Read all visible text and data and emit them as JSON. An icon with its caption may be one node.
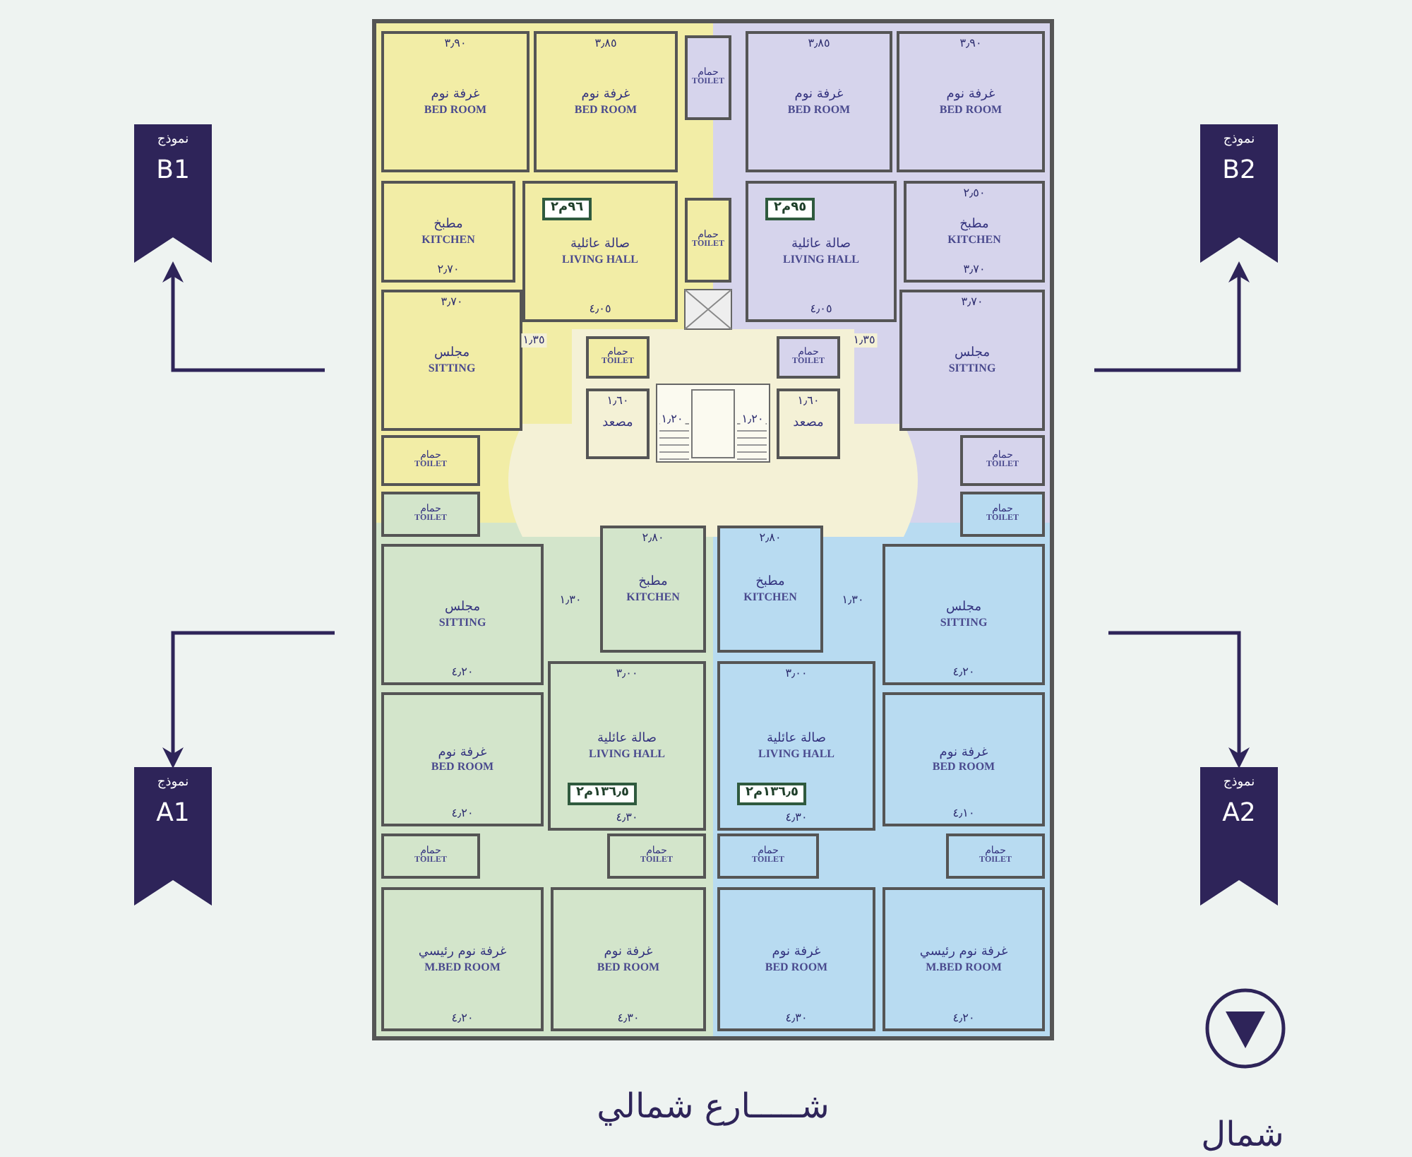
{
  "diagram": {
    "nodes": [
      {
        "text": [
          "٣٫٩٠",
          "غرفة نوم",
          "BED ROOM"
        ]
      },
      {
        "text": [
          "٣٫٨٥",
          "غرفة نوم",
          "BED ROOM"
        ]
      },
      {
        "text": [
          "مطبخ",
          "KITCHEN",
          "٢٫٧٠"
        ]
      },
      {
        "text": [
          "٩٦م٢",
          "صالة عائلية",
          "LIVING HALL",
          "٤٫٠٥"
        ]
      },
      {
        "text": [
          "٣٫٧٠",
          "مجلس",
          "SITTING"
        ]
      },
      {
        "text": [
          "حمام",
          "TOILET"
        ]
      },
      {
        "text": [
          "حمام",
          "TOILET"
        ]
      },
      {
        "text": [
          "حمام",
          "TOILET"
        ]
      },
      {
        "text": [
          "٣٫٨٥",
          "غرفة نوم",
          "BED ROOM"
        ]
      },
      {
        "text": [
          "٣٫٩٠",
          "غرفة نوم",
          "BED ROOM"
        ]
      },
      {
        "text": [
          "٩٥م٢",
          "صالة عائلية",
          "LIVING HALL",
          "٤٫٠٥"
        ]
      },
      {
        "text": [
          "٢٫٥٠",
          "مطبخ",
          "KITCHEN",
          "٣٫٧٠"
        ]
      },
      {
        "text": [
          "٣٫٧٠",
          "مجلس",
          "SITTING"
        ]
      },
      {
        "text": [
          "حمام",
          "TOILET"
        ]
      },
      {
        "text": [
          "حمام",
          "TOILET"
        ]
      },
      {
        "text": [
          "حمام",
          "TOILET"
        ]
      },
      {
        "text": [
          "١٫٦٠",
          "مصعد"
        ]
      },
      {
        "text": [
          "١٫٦٠",
          "مصعد"
        ]
      },
      {
        "text": [
          "مجلس",
          "SITTING",
          "٤٫٢٠"
        ]
      },
      {
        "text": [
          "٢٫٨٠",
          "مطبخ",
          "KITCHEN"
        ]
      },
      {
        "text": [
          "٣٫٠٠",
          "صالة عائلية",
          "LIVING HALL",
          "١٣٦٫٥م٢",
          "٤٫٣٠"
        ]
      },
      {
        "text": [
          "غرفة نوم",
          "BED ROOM",
          "٤٫٢٠"
        ]
      },
      {
        "text": [
          "حمام",
          "TOILET"
        ]
      },
      {
        "text": [
          "حمام",
          "TOILET"
        ]
      },
      {
        "text": [
          "حمام",
          "TOILET"
        ]
      },
      {
        "text": [
          "غرفة نوم رئيسي",
          "M.BED ROOM",
          "٤٫٢٠"
        ]
      },
      {
        "text": [
          "غرفة نوم",
          "BED ROOM",
          "٤٫٣٠"
        ]
      },
      {
        "text": [
          "٢٫٨٠",
          "مطبخ",
          "KITCHEN"
        ]
      },
      {
        "text": [
          "مجلس",
          "SITTING",
          "٤٫٢٠"
        ]
      },
      {
        "text": [
          "٣٫٠٠",
          "صالة عائلية",
          "LIVING HALL",
          "١٣٦٫٥م٢",
          "٤٫٣٠"
        ]
      },
      {
        "text": [
          "غرفة نوم",
          "BED ROOM",
          "٤٫١٠"
        ]
      },
      {
        "text": [
          "حمام",
          "TOILET"
        ]
      },
      {
        "text": [
          "حمام",
          "TOILET"
        ]
      },
      {
        "text": [
          "حمام",
          "TOILET"
        ]
      },
      {
        "text": [
          "غرفة نوم",
          "BED ROOM",
          "٤٫٣٠"
        ]
      },
      {
        "text": [
          "غرفة نوم رئيسي",
          "M.BED ROOM",
          "٤٫٢٠"
        ]
      },
      {
        "text": [
          "نموذج",
          "B1"
        ]
      },
      {
        "text": [
          "نموذج",
          "B2"
        ]
      },
      {
        "text": [
          "نموذج",
          "A1"
        ]
      },
      {
        "text": [
          "نموذج",
          "A2"
        ]
      }
    ],
    "edges": [
      {
        "from": null,
        "to": 36,
        "arrow": "to"
      },
      {
        "from": null,
        "to": 37,
        "arrow": "to"
      },
      {
        "from": null,
        "to": 38,
        "arrow": "to"
      },
      {
        "from": null,
        "to": 39,
        "arrow": "to"
      }
    ],
    "labels": [
      "١٫٣٥",
      "١٫٣٥",
      "١٫٢٠",
      "١٫٢٠",
      "١٫٣٠",
      "١٫٣٠",
      "شـــــارع شمالي",
      "شمال"
    ]
  }
}
